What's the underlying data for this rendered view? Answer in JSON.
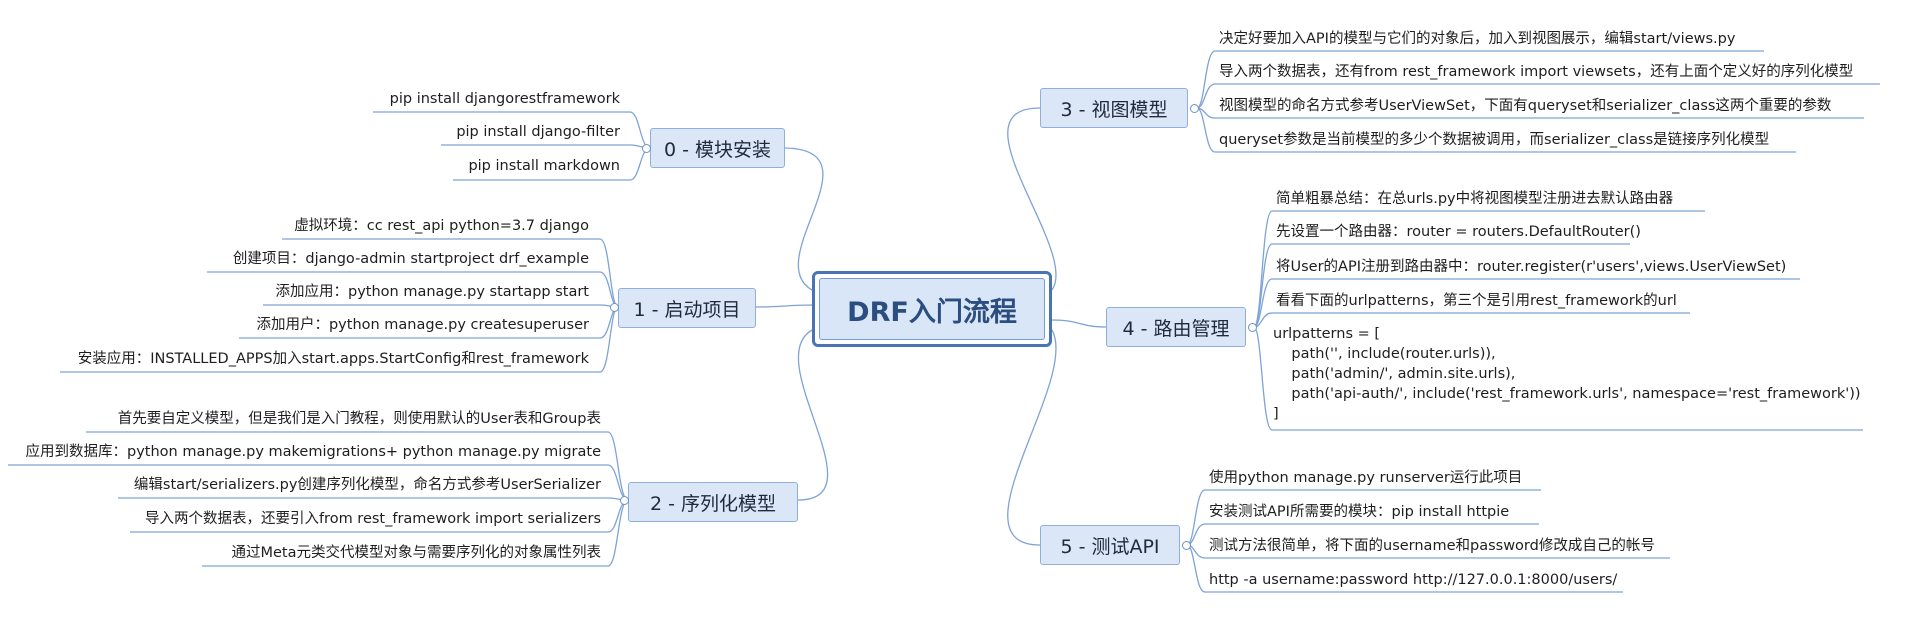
{
  "root": {
    "label": "DRF入门流程"
  },
  "branches": {
    "b0": {
      "label": "0 - 模块安装",
      "items": [
        "pip install djangorestframework",
        "pip install django-filter",
        "pip install markdown"
      ]
    },
    "b1": {
      "label": "1 - 启动项目",
      "items": [
        "虚拟环境：cc rest_api python=3.7 django",
        "创建项目：django-admin startproject drf_example",
        "添加应用：python manage.py startapp start",
        "添加用户：python manage.py createsuperuser",
        "安装应用：INSTALLED_APPS加入start.apps.StartConfig和rest_framework"
      ]
    },
    "b2": {
      "label": "2 - 序列化模型",
      "items": [
        "首先要自定义模型，但是我们是入门教程，则使用默认的User表和Group表",
        "应用到数据库：python manage.py makemigrations+ python manage.py migrate",
        "编辑start/serializers.py创建序列化模型，命名方式参考UserSerializer",
        "导入两个数据表，还要引入from rest_framework import serializers",
        "通过Meta元类交代模型对象与需要序列化的对象属性列表"
      ]
    },
    "b3": {
      "label": "3 - 视图模型",
      "items": [
        "决定好要加入API的模型与它们的对象后，加入到视图展示，编辑start/views.py",
        "导入两个数据表，还有from rest_framework import viewsets，还有上面个定义好的序列化模型",
        "视图模型的命名方式参考UserViewSet，下面有queryset和serializer_class这两个重要的参数",
        "queryset参数是当前模型的多少个数据被调用，而serializer_class是链接序列化模型"
      ]
    },
    "b4": {
      "label": "4 - 路由管理",
      "items": [
        "简单粗暴总结：在总urls.py中将视图模型注册进去默认路由器",
        "先设置一个路由器：router = routers.DefaultRouter()",
        "将User的API注册到路由器中：router.register(r'users',views.UserViewSet)",
        "看看下面的urlpatterns，第三个是引用rest_framework的url"
      ],
      "code": "urlpatterns = [\n    path('', include(router.urls)),\n    path('admin/', admin.site.urls),\n    path('api-auth/', include('rest_framework.urls', namespace='rest_framework'))\n]"
    },
    "b5": {
      "label": "5 - 测试API",
      "items": [
        "使用python manage.py runserver运行此项目",
        "安装测试API所需要的模块：pip install httpie",
        "测试方法很简单，将下面的username和password修改成自己的帐号",
        "http -a username:password http://127.0.0.1:8000/users/"
      ]
    }
  },
  "colors": {
    "line": "#6f97cd",
    "branch_fill": "#dbe7f6",
    "root_border": "#4a75b5"
  }
}
